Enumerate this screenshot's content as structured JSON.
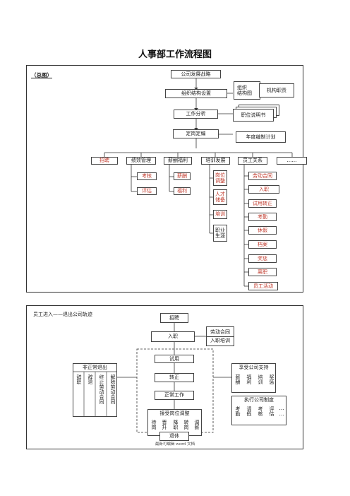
{
  "title": "人事部工作流程图",
  "panel1": {
    "label": "（总图）",
    "strategy": "公司发展战略",
    "org_setup": "组织结构设置",
    "org_chart": "组织\n结构图",
    "org_duties": "机构职责",
    "job_analysis": "工作分析",
    "job_desc": "职位说明书",
    "staffing": "定岗定编",
    "annual_plan": "年度编制计划",
    "branches": [
      "招聘",
      "绩效管理",
      "薪酬福利",
      "培训发展",
      "员工关系",
      "……"
    ],
    "perf_items": [
      "考核",
      "评估"
    ],
    "comp_items": [
      "薪酬",
      "福利"
    ],
    "train_items": [
      "岗位\n调整",
      "人才\n储备",
      "培训",
      "职业\n生涯"
    ],
    "relation_items": [
      "劳动合同",
      "入职",
      "试用转正",
      "考勤",
      "休假",
      "档案",
      "奖惩",
      "离职",
      "员工活动"
    ]
  },
  "panel2": {
    "label": "员工进入——退出公司轨迹",
    "recruit": "招聘",
    "onboard": "入职",
    "onboard_side": [
      "劳动合同",
      "入职培训"
    ],
    "probation": "试用",
    "regularize": "转正",
    "normal_work": "正常工作",
    "abnormal_title": "非正常退出",
    "abnormal_items": [
      "辞职",
      "辞退",
      "终止劳动合同",
      "解除劳动合同"
    ],
    "support_title": "享受公司支持",
    "support_items": [
      "薪酬",
      "福利",
      "培训",
      "奖惩"
    ],
    "rules_title": "执行公司制度",
    "rules_items": [
      "考勤",
      "请假",
      "考核",
      "评估",
      "…\n…"
    ],
    "adjust_title": "接受岗位调整",
    "adjust_items": [
      "待岗",
      "晋升",
      "降职",
      "转岗",
      "调薪"
    ],
    "retire": "退休"
  },
  "footer": "最新可编辑 word 文档"
}
